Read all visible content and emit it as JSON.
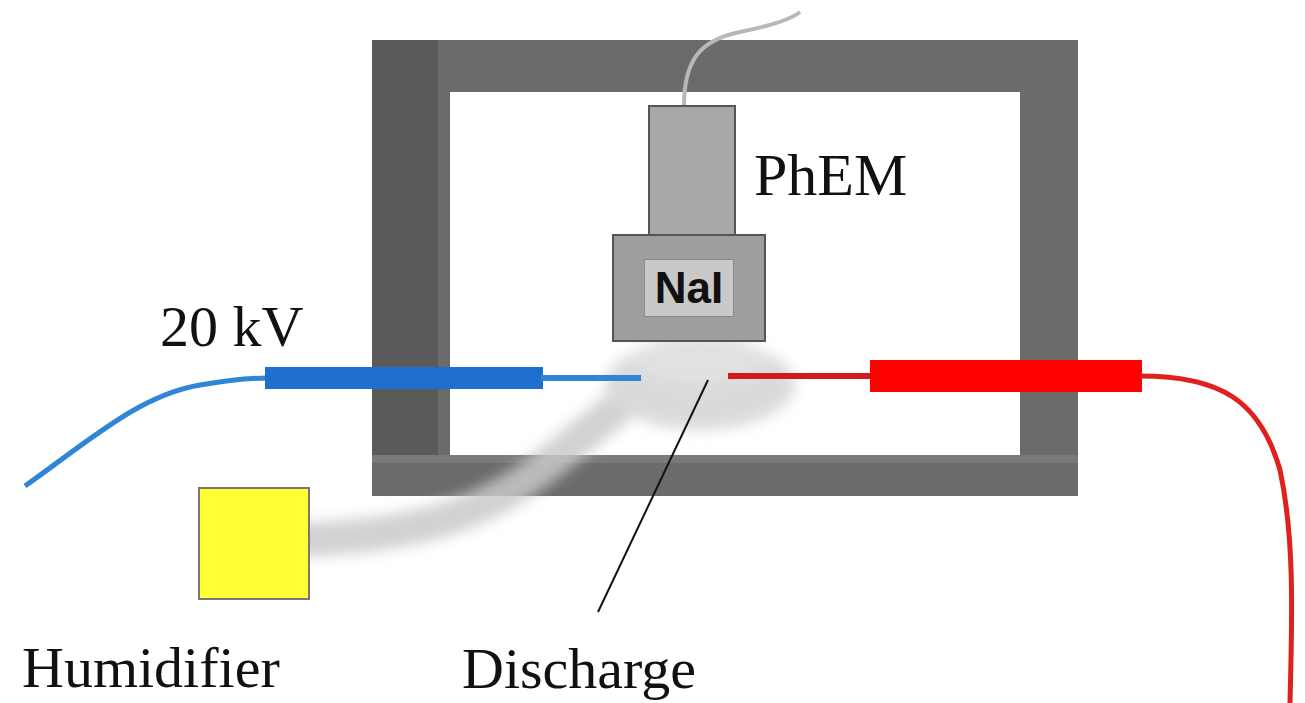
{
  "diagram": {
    "nodes": [
      {
        "text": [
          "PhEM"
        ]
      },
      {
        "text": [
          "NaI"
        ]
      },
      {
        "text": [
          "Humidifier"
        ]
      }
    ],
    "labels": [
      "20 kV",
      "Discharge"
    ]
  }
}
